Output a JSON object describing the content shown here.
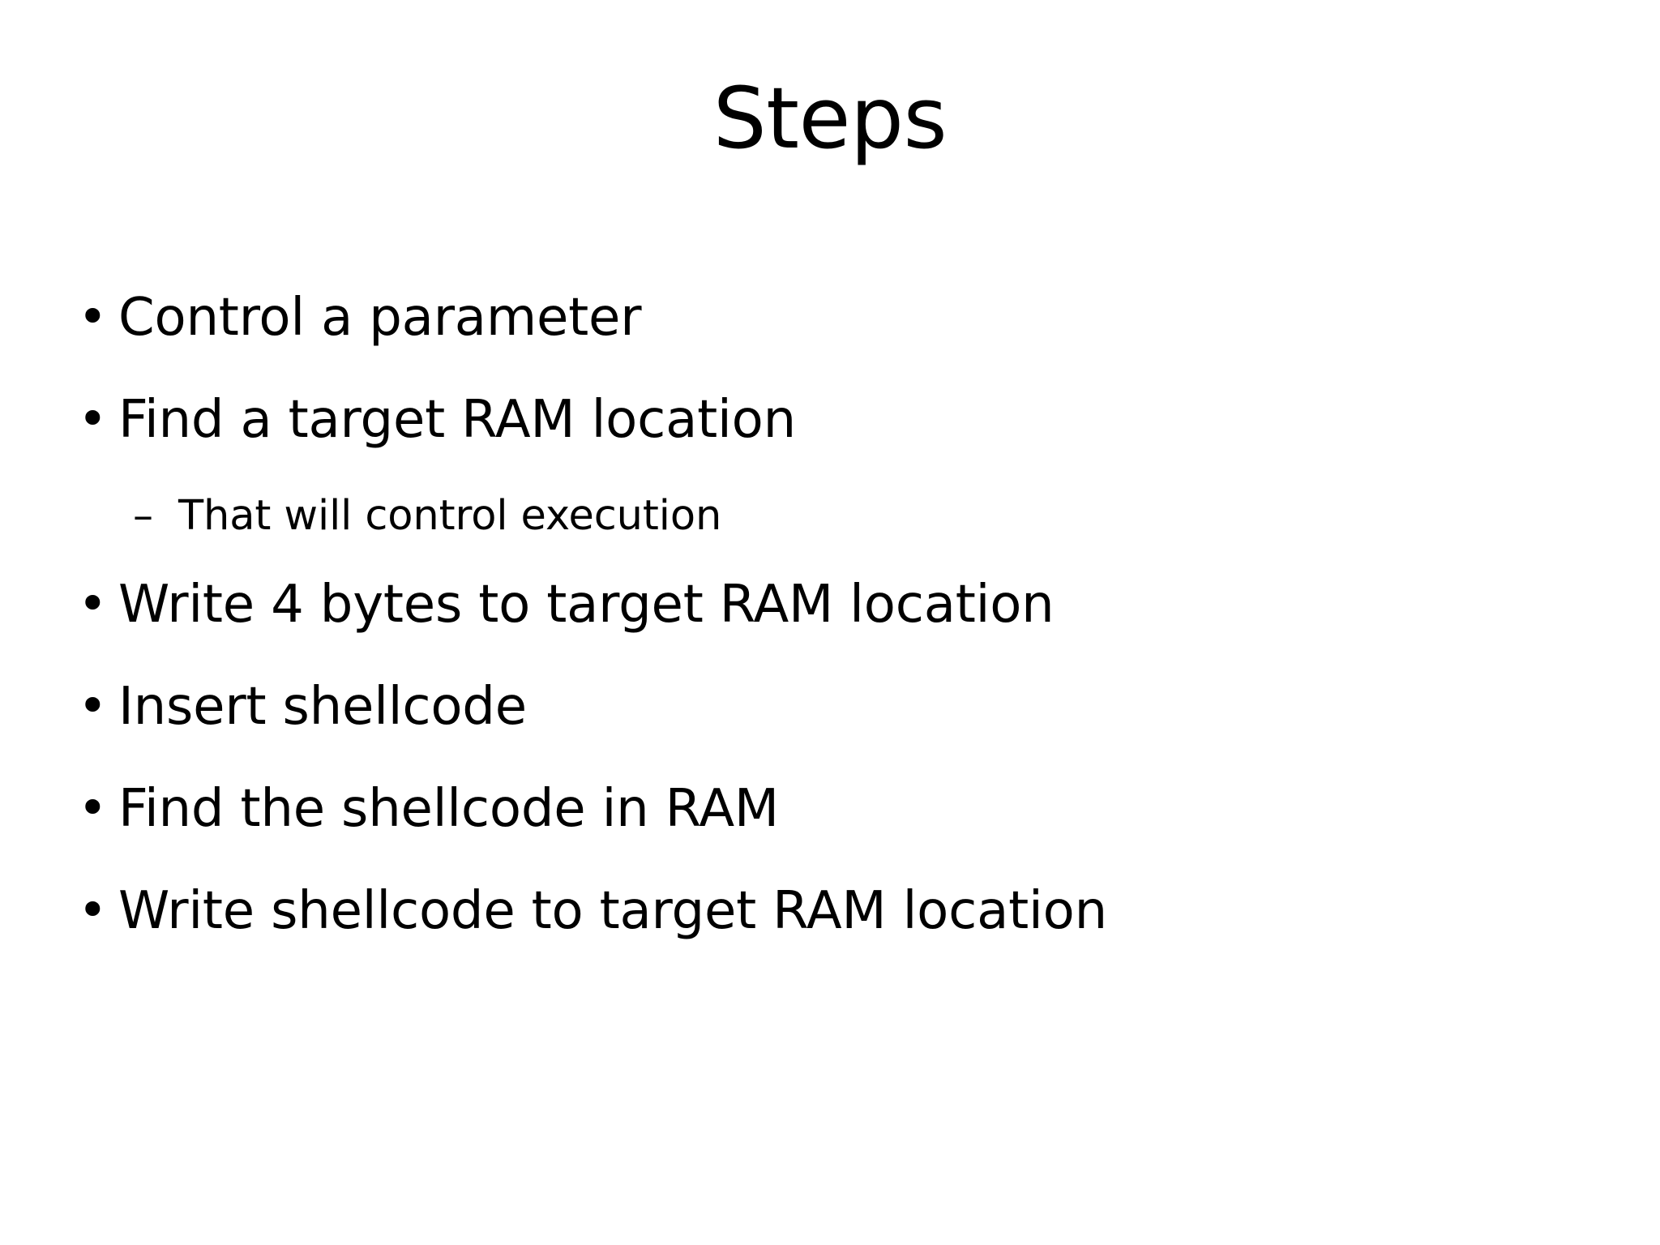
{
  "slide": {
    "title": "Steps",
    "background_color": "#ffffff",
    "text_color": "#000000",
    "bullet_marker_level_1": "•",
    "bullet_marker_level_2": "–",
    "items": [
      {
        "level": 1,
        "marker": "•",
        "text": "Control a parameter"
      },
      {
        "level": 1,
        "marker": "•",
        "text": "Find a target RAM location"
      },
      {
        "level": 2,
        "marker": "–",
        "text": "That will control execution"
      },
      {
        "level": 1,
        "marker": "•",
        "text": "Write 4 bytes to target RAM location"
      },
      {
        "level": 1,
        "marker": "•",
        "text": "Insert shellcode"
      },
      {
        "level": 1,
        "marker": "•",
        "text": "Find the shellcode in RAM"
      },
      {
        "level": 1,
        "marker": "•",
        "text": "Write shellcode to target RAM location"
      }
    ]
  }
}
